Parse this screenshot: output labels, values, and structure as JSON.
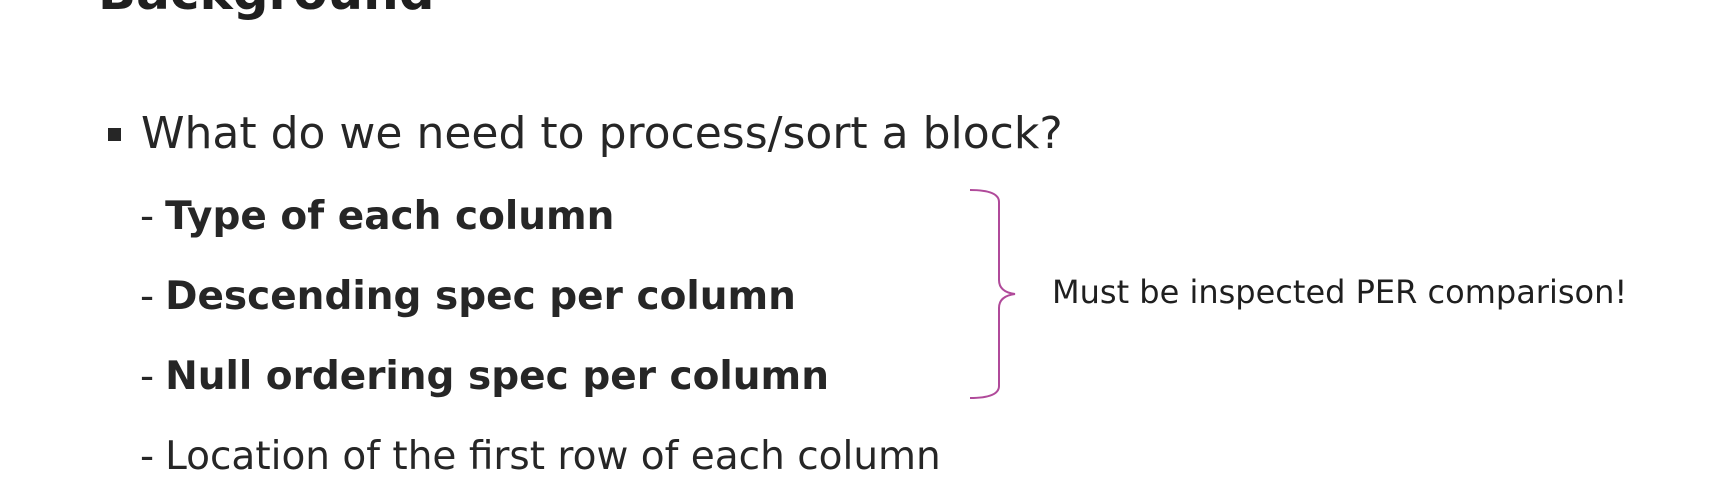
{
  "slide": {
    "title": "Background",
    "bullet": "What do we need to process/sort a block?",
    "dash": "-",
    "items": [
      {
        "text": "Type of each column",
        "bold": true
      },
      {
        "text": "Descending spec per column",
        "bold": true
      },
      {
        "text": "Null ordering spec per column",
        "bold": true
      },
      {
        "text": "Location of the first row of each column",
        "bold": false
      }
    ],
    "brace_note": "Must be inspected PER comparison!",
    "brace_color": "#b04a9a"
  }
}
